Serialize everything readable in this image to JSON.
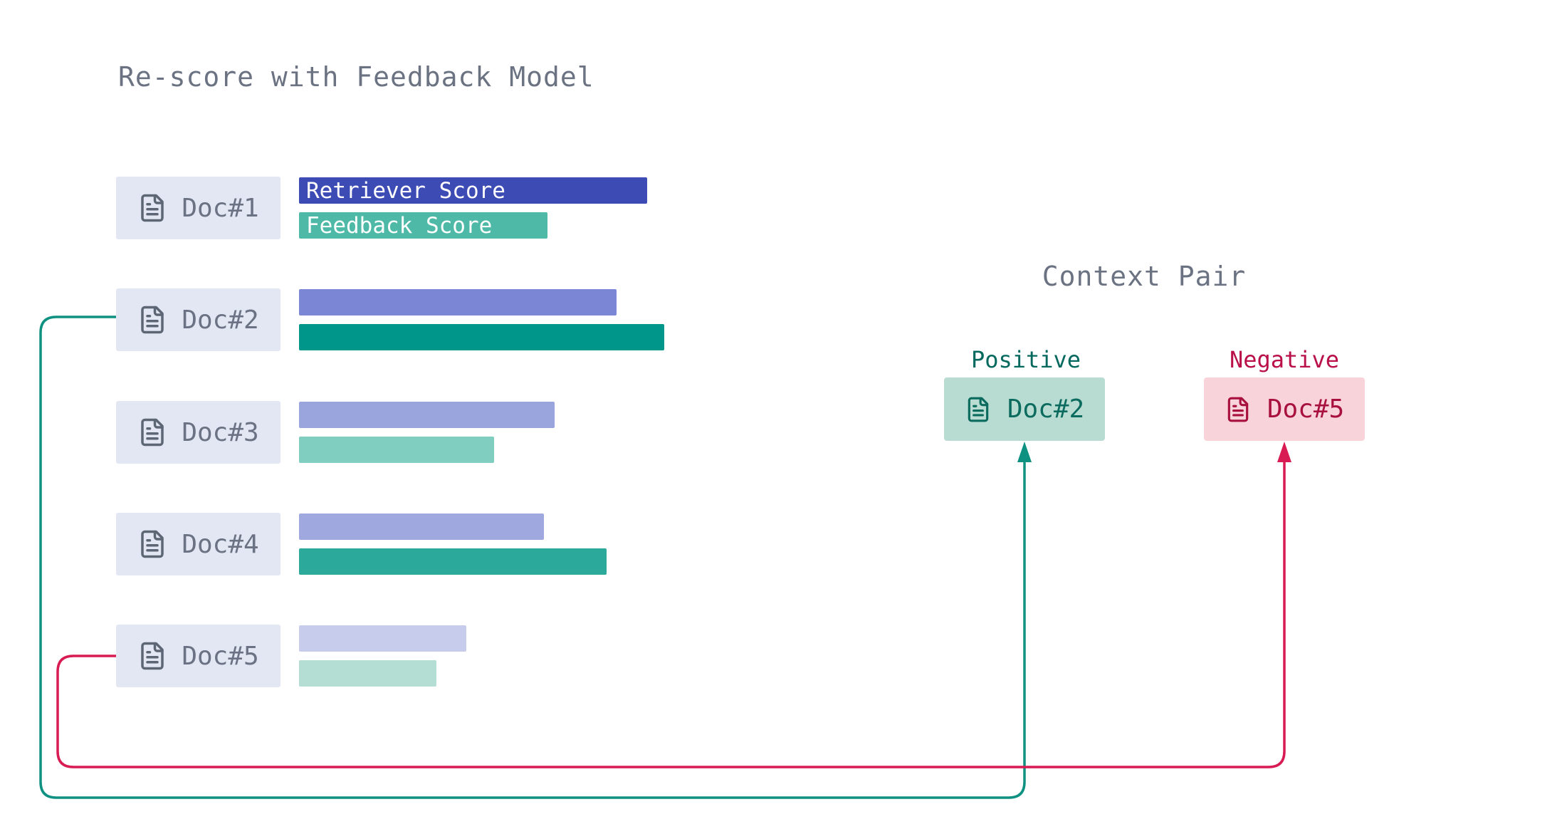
{
  "left_panel": {
    "title": "Re-score with Feedback Model",
    "bar_labels": {
      "retriever": "Retriever Score",
      "feedback": "Feedback Score"
    },
    "rows": [
      {
        "doc": "Doc#1",
        "retriever_w": 489,
        "feedback_w": 349,
        "retriever_color": "#3d4bb5",
        "feedback_color": "#4db9a6"
      },
      {
        "doc": "Doc#2",
        "retriever_w": 446,
        "feedback_w": 513,
        "retriever_color": "#7b87d4",
        "feedback_color": "#00968a"
      },
      {
        "doc": "Doc#3",
        "retriever_w": 359,
        "feedback_w": 274,
        "retriever_color": "#9ba5dd",
        "feedback_color": "#7fcec0"
      },
      {
        "doc": "Doc#4",
        "retriever_w": 344,
        "feedback_w": 432,
        "retriever_color": "#9fa9e0",
        "feedback_color": "#2ba99a"
      },
      {
        "doc": "Doc#5",
        "retriever_w": 235,
        "feedback_w": 193,
        "retriever_color": "#c7ccec",
        "feedback_color": "#b4ded3"
      }
    ]
  },
  "context_pair": {
    "title": "Context Pair",
    "positive": {
      "label": "Positive",
      "doc": "Doc#2"
    },
    "negative": {
      "label": "Negative",
      "doc": "Doc#5"
    }
  },
  "colors": {
    "title_text": "#6b7383",
    "doc_card_bg": "#e3e7f3",
    "doc_text": "#6a7284",
    "doc_icon": "#5d6674",
    "bar_label_text": "#ffffff",
    "positive_label": "#03695e",
    "positive_box_bg": "#b9dcd2",
    "positive_box_text": "#0b6b5e",
    "negative_label": "#b9104a",
    "negative_box_bg": "#f9d3da",
    "negative_box_text": "#a8113f",
    "positive_arrow": "#0e9180",
    "negative_arrow": "#d81b53"
  }
}
